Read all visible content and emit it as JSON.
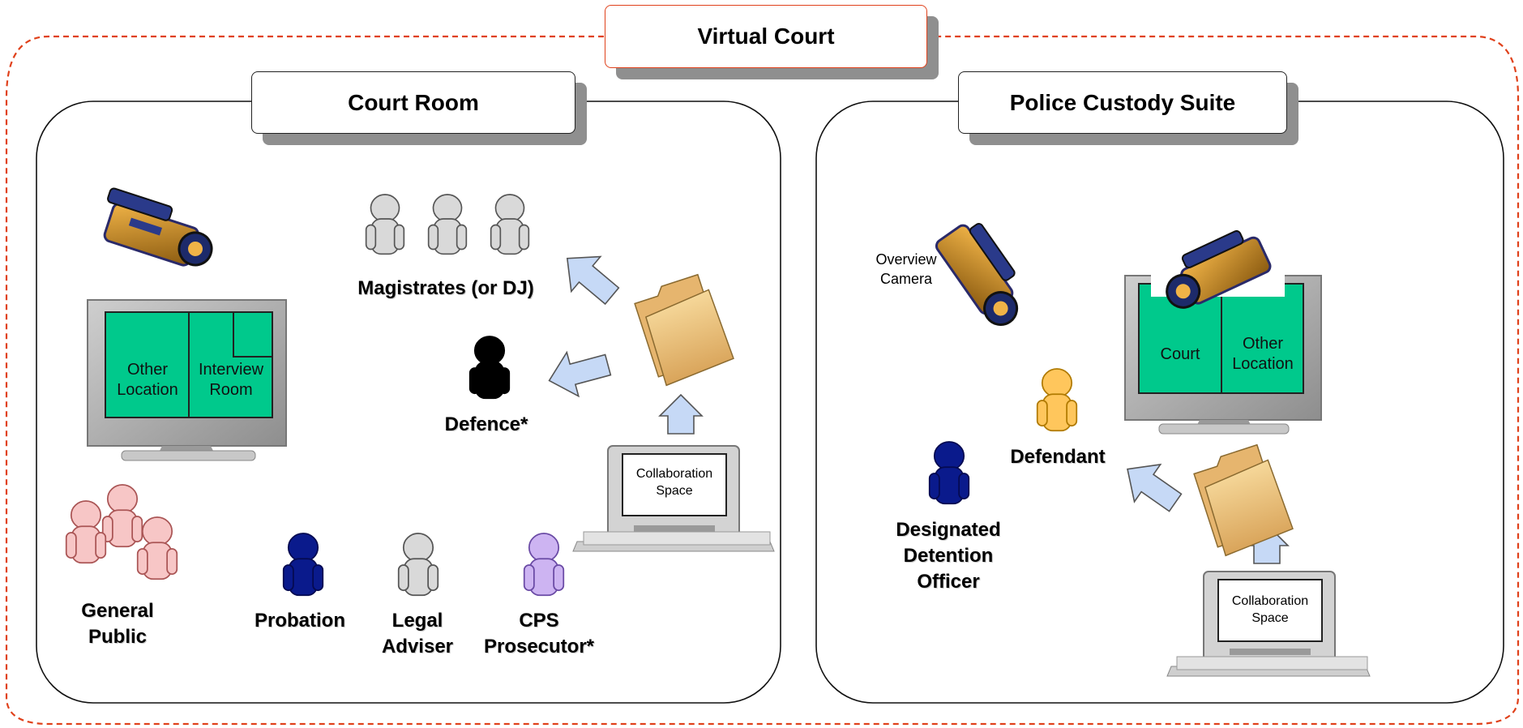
{
  "title": "Virtual Court",
  "court_room": {
    "title": "Court Room",
    "magistrates": "Magistrates (or DJ)",
    "defence": "Defence*",
    "general_public_line1": "General",
    "general_public_line2": "Public",
    "probation": "Probation",
    "legal_adviser_line1": "Legal",
    "legal_adviser_line2": "Adviser",
    "cps_line1": "CPS",
    "cps_line2": "Prosecutor*",
    "screen_left_line1": "Other",
    "screen_left_line2": "Location",
    "screen_right_line1": "Interview",
    "screen_right_line2": "Room",
    "collab_line1": "Collaboration",
    "collab_line2": "Space"
  },
  "custody_suite": {
    "title": "Police Custody Suite",
    "overview_line1": "Overview",
    "overview_line2": "Camera",
    "defendant": "Defendant",
    "ddo_line1": "Designated",
    "ddo_line2": "Detention",
    "ddo_line3": "Officer",
    "screen_left": "Court",
    "screen_right_line1": "Other",
    "screen_right_line2": "Location",
    "collab_line1": "Collaboration",
    "collab_line2": "Space"
  },
  "colors": {
    "outer_dash": "#e0411b",
    "screen_green": "#00c98c",
    "arrow_fill": "#c6d9f6",
    "person_grey": "#d9d9d9",
    "person_navy": "#0a1a8c",
    "person_black": "#000000",
    "person_pink": "#f7c6c6",
    "person_lilac": "#cdb4f2",
    "person_yellow": "#ffc65c"
  }
}
